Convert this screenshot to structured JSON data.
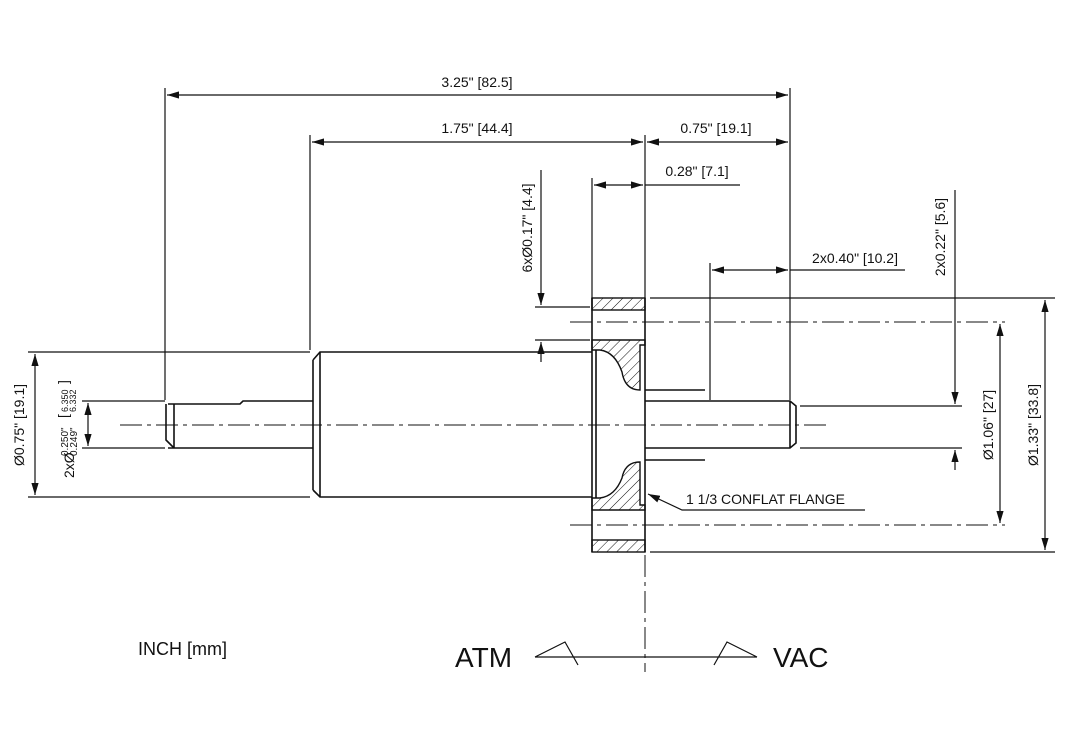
{
  "units_label": "INCH [mm]",
  "dimensions": {
    "overall_length": "3.25\" [82.5]",
    "atm_length": "1.75\" [44.4]",
    "vac_length": "0.75\" [19.1]",
    "flange_thickness": "0.28\" [7.1]",
    "flat_length": "2x0.40\" [10.2]",
    "flat_depth": "2x0.22\" [5.6]",
    "bolt_holes": "6xØ0.17\" [4.4]",
    "shaft_diameter": "Ø0.75\" [19.1]",
    "end_diameter_prefix": "2xØ",
    "end_diameter_upper": "0.250\"",
    "end_diameter_lower": "0.249\"",
    "end_diameter_mm_upper": "6.350",
    "end_diameter_mm_lower": "6.332",
    "bore_diameter": "Ø1.06\" [27]",
    "flange_diameter": "Ø1.33\" [33.8]"
  },
  "flange_label": "1 1/3 CONFLAT FLANGE",
  "side_labels": {
    "atm": "ATM",
    "vac": "VAC"
  }
}
